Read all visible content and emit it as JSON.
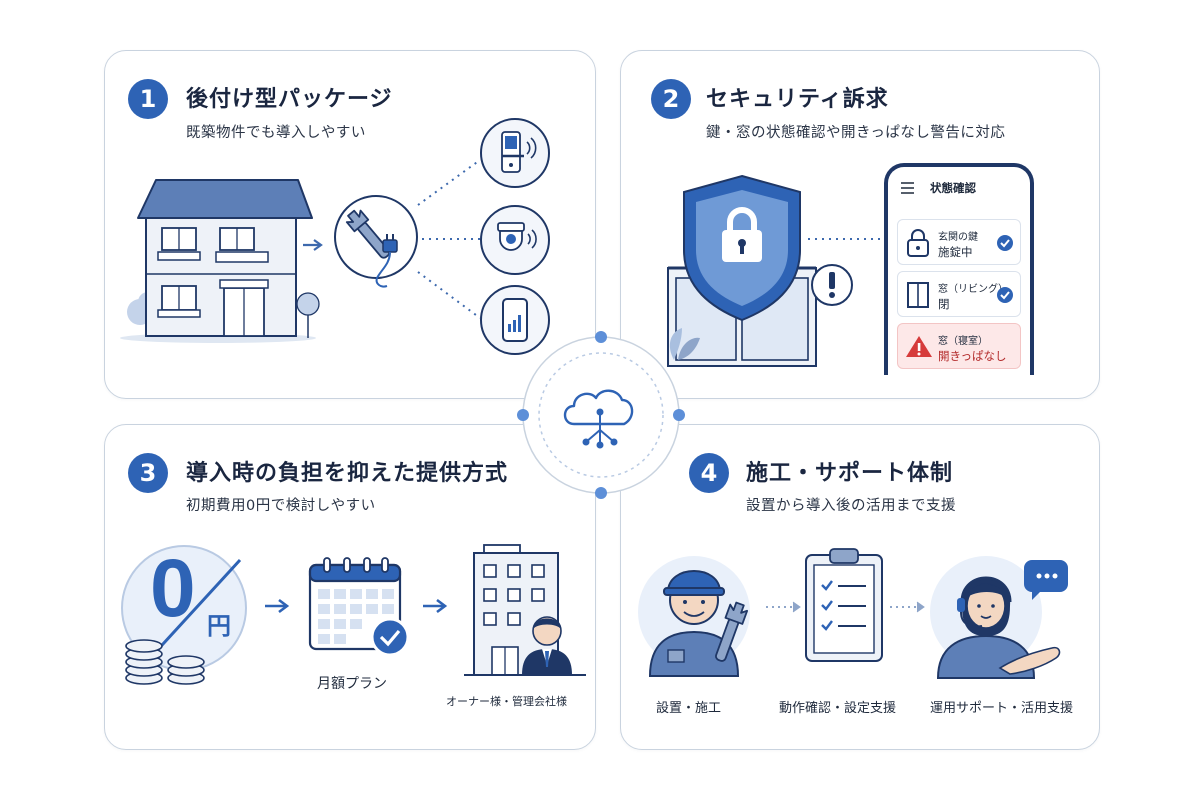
{
  "panels": [
    {
      "number": "1",
      "title": "後付け型パッケージ",
      "subtitle": "既築物件でも導入しやすい"
    },
    {
      "number": "2",
      "title": "セキュリティ訴求",
      "subtitle": "鍵・窓の状態確認や開きっぱなし警告に対応"
    },
    {
      "number": "3",
      "title": "導入時の負担を抑えた提供方式",
      "subtitle": "初期費用0円で検討しやすい"
    },
    {
      "number": "4",
      "title": "施工・サポート体制",
      "subtitle": "設置から導入後の活用まで支援"
    }
  ],
  "panel2": {
    "phone_title": "状態確認",
    "items": [
      {
        "line1": "玄関の鍵",
        "line2": "施錠中",
        "status": "ok"
      },
      {
        "line1": "窓（リビング）",
        "line2": "閉",
        "status": "ok"
      },
      {
        "line1": "窓（寝室）",
        "line2": "開きっぱなし",
        "status": "alert"
      }
    ]
  },
  "panel3": {
    "zero": "0",
    "yen": "円",
    "plan_label": "月額プラン",
    "owner_label": "オーナー様・管理会社様"
  },
  "panel4": {
    "steps": [
      "設置・施工",
      "動作確認・設定支援",
      "運用サポート・活用支援"
    ]
  },
  "colors": {
    "accent": "#2e63b5",
    "dark_navy": "#1f3766",
    "alert_red": "#d63b3b",
    "light_blue": "#c8d8f0"
  }
}
